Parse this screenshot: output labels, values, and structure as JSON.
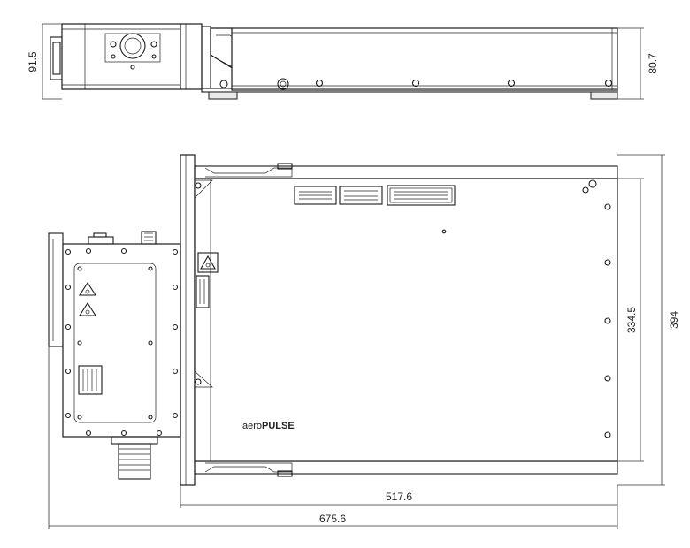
{
  "dimensions": {
    "side_total_height": "91.5",
    "side_body_height": "80.7",
    "top_inner_height": "334.5",
    "top_total_height": "394",
    "top_body_width": "517.6",
    "top_total_width": "675.6"
  },
  "brand": {
    "prefix": "aero",
    "suffix": "PULSE"
  }
}
